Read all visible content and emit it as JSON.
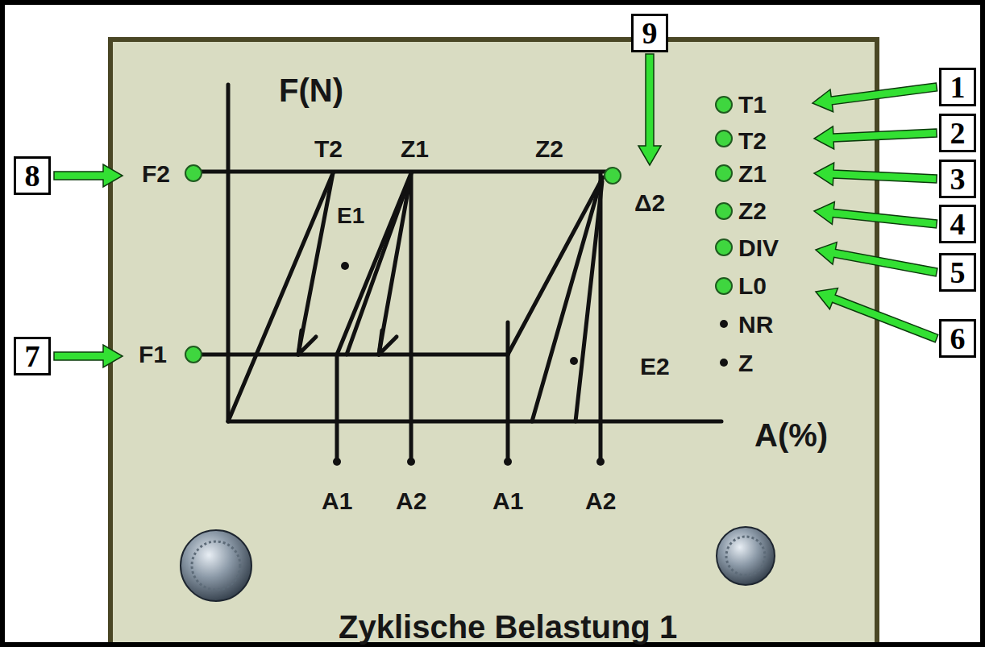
{
  "diagram": {
    "nodes": [
      {
        "text": [
          "9"
        ]
      },
      {
        "text": [
          "1"
        ]
      },
      {
        "text": [
          "2"
        ]
      },
      {
        "text": [
          "8"
        ]
      },
      {
        "text": [
          "3"
        ]
      },
      {
        "text": [
          "4"
        ]
      },
      {
        "text": [
          "5"
        ]
      },
      {
        "text": [
          "6"
        ]
      },
      {
        "text": [
          "7"
        ]
      }
    ],
    "labels": [
      "F(N)",
      "T2",
      "Z1",
      "Z2",
      "F2",
      "E1",
      "Δ2",
      "F1",
      "E2",
      "A(%)",
      "A1",
      "A2",
      "A1",
      "A2",
      "T1",
      "T2",
      "Z1",
      "Z2",
      "DIV",
      "L0",
      "NR",
      "Z",
      "Zyklische Belastung 1"
    ]
  }
}
